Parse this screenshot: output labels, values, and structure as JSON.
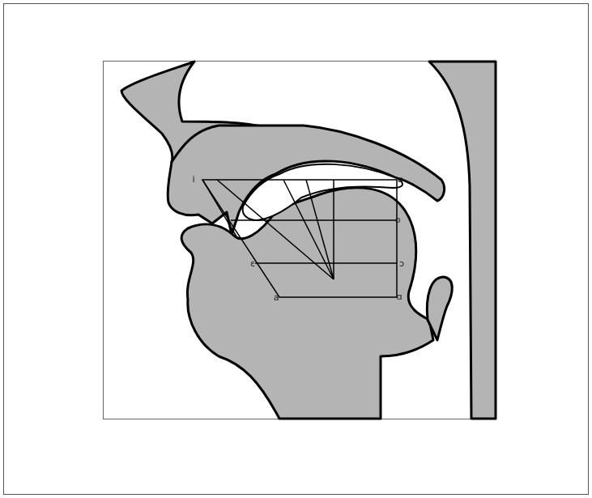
{
  "diagram": {
    "labels": [
      "i",
      "u",
      "o",
      "ɛ",
      "ɔ",
      "a",
      "ɑ"
    ]
  }
}
